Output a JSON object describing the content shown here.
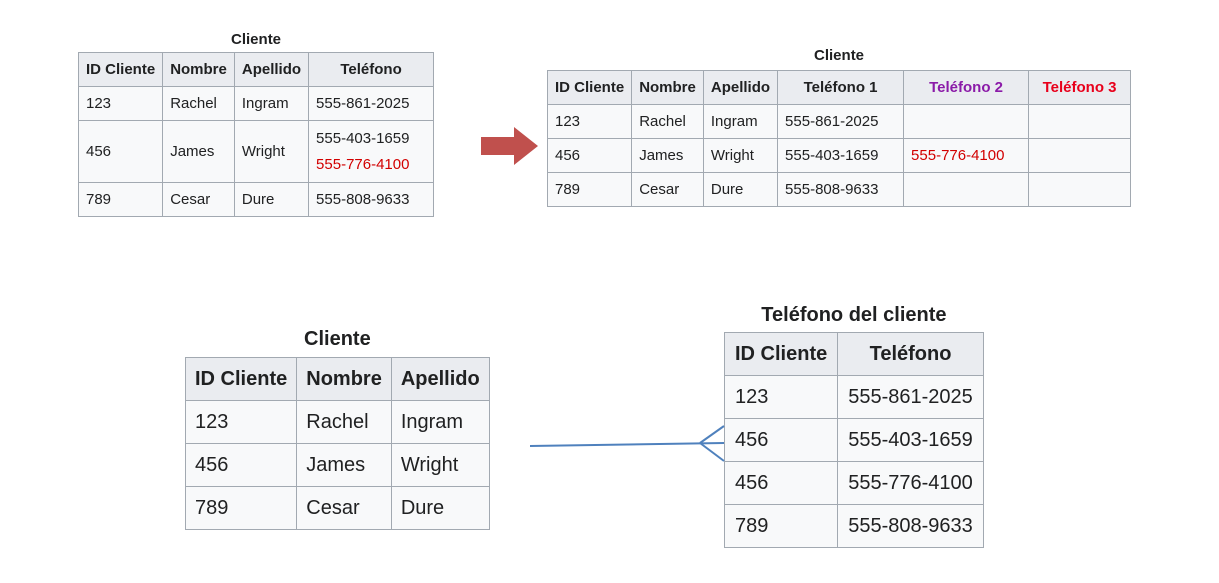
{
  "colors": {
    "arrow": "#c0504d",
    "connector": "#4f81bd",
    "highlight_red": "#d20000",
    "header_purple": "#8b1aa8",
    "header_red": "#e8001b"
  },
  "table1": {
    "caption": "Cliente",
    "headers": [
      "ID Cliente",
      "Nombre",
      "Apellido",
      "Teléfono"
    ],
    "rows": [
      {
        "id": "123",
        "nombre": "Rachel",
        "apellido": "Ingram",
        "tel": [
          "555-861-2025"
        ]
      },
      {
        "id": "456",
        "nombre": "James",
        "apellido": "Wright",
        "tel": [
          "555-403-1659",
          "555-776-4100"
        ]
      },
      {
        "id": "789",
        "nombre": "Cesar",
        "apellido": "Dure",
        "tel": [
          "555-808-9633"
        ]
      }
    ]
  },
  "table2": {
    "caption": "Cliente",
    "headers": [
      "ID Cliente",
      "Nombre",
      "Apellido",
      "Teléfono 1",
      "Teléfono 2",
      "Teléfono 3"
    ],
    "rows": [
      [
        "123",
        "Rachel",
        "Ingram",
        "555-861-2025",
        "",
        ""
      ],
      [
        "456",
        "James",
        "Wright",
        "555-403-1659",
        "555-776-4100",
        ""
      ],
      [
        "789",
        "Cesar",
        "Dure",
        "555-808-9633",
        "",
        ""
      ]
    ]
  },
  "table3": {
    "caption": "Cliente",
    "headers": [
      "ID Cliente",
      "Nombre",
      "Apellido"
    ],
    "rows": [
      [
        "123",
        "Rachel",
        "Ingram"
      ],
      [
        "456",
        "James",
        "Wright"
      ],
      [
        "789",
        "Cesar",
        "Dure"
      ]
    ]
  },
  "table4": {
    "caption": "Teléfono del cliente",
    "headers": [
      "ID Cliente",
      "Teléfono"
    ],
    "rows": [
      [
        "123",
        "555-861-2025"
      ],
      [
        "456",
        "555-403-1659"
      ],
      [
        "456",
        "555-776-4100"
      ],
      [
        "789",
        "555-808-9633"
      ]
    ]
  }
}
